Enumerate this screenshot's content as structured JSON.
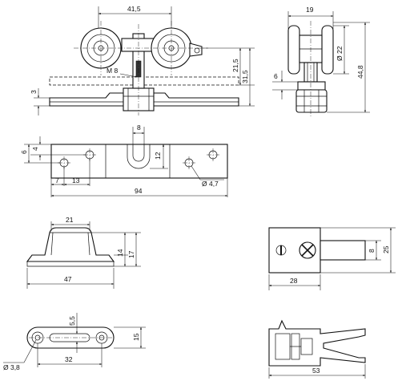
{
  "drawing": {
    "roller_front": {
      "width": "41,5",
      "thread": "M 8",
      "h1": "21,5",
      "h2": "31,5",
      "plate_t": "3"
    },
    "roller_side": {
      "width": "19",
      "diameter": "Ø 22",
      "flange": "6",
      "height": "44,8"
    },
    "plate": {
      "top_offset": "4",
      "hole_y": "6",
      "slot_w": "8",
      "slot_depth": "12",
      "edge": "7",
      "pitch": "13",
      "length": "94",
      "hole_d": "Ø 4,7"
    },
    "bracket": {
      "top_w": "21",
      "h_inner": "14",
      "h_total": "17",
      "base_w": "47"
    },
    "stopper": {
      "slot": "8",
      "height": "25",
      "width": "28"
    },
    "link": {
      "slot": "5,5",
      "height": "15",
      "pitch": "32",
      "hole_d": "Ø 3,8"
    },
    "clip": {
      "width": "53"
    }
  }
}
